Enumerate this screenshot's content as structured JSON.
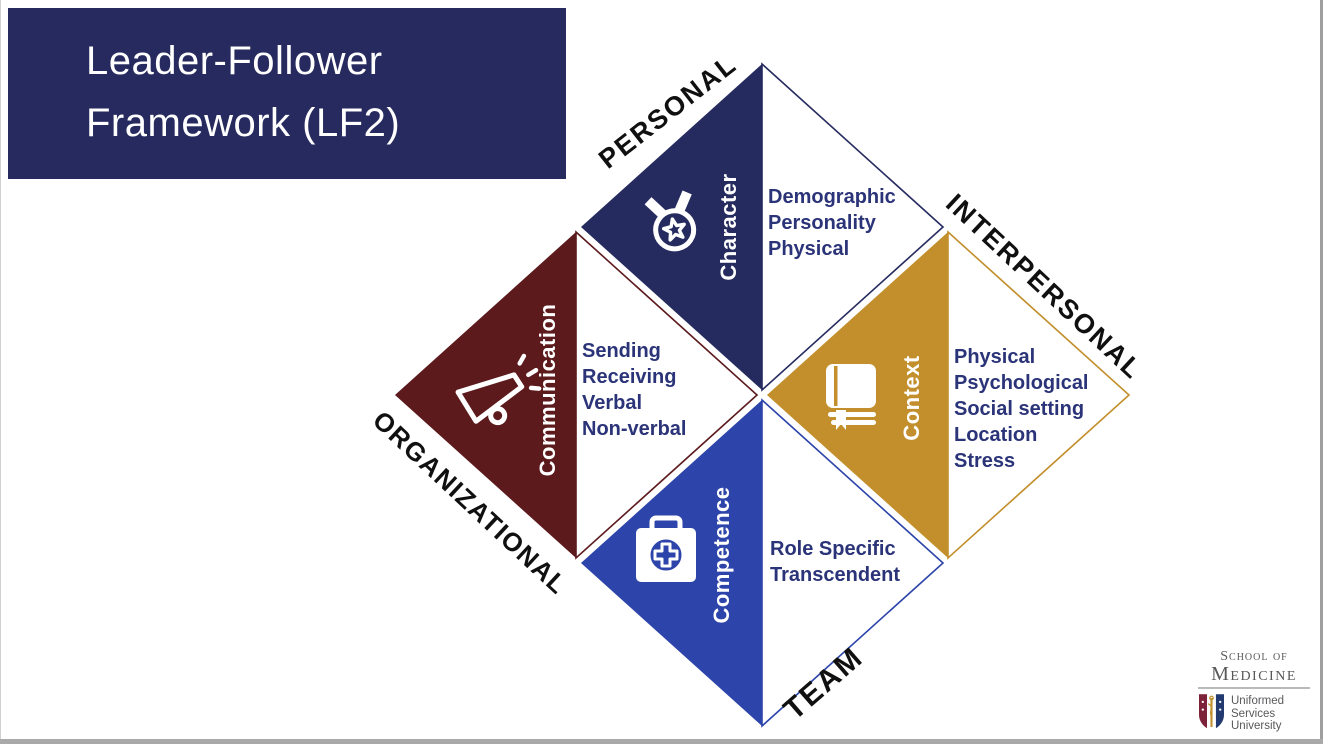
{
  "slide": {
    "title_line1": "Leader-Follower",
    "title_line2": "Framework (LF2)"
  },
  "diagram": {
    "quadrants": [
      {
        "id": "personal",
        "outer_label": "PERSONAL",
        "axis_label": "Character",
        "icon": "medal-icon",
        "color": "#262b5f",
        "details": [
          "Demographic",
          "Personality",
          "Physical"
        ]
      },
      {
        "id": "organizational",
        "outer_label": "ORGANIZATIONAL",
        "axis_label": "Communication",
        "icon": "megaphone-icon",
        "color": "#5c1a1d",
        "details": [
          "Sending",
          "Receiving",
          "Verbal",
          "Non-verbal"
        ]
      },
      {
        "id": "interpersonal",
        "outer_label": "INTERPERSONAL",
        "axis_label": "Context",
        "icon": "book-icon",
        "color": "#c28f2c",
        "details": [
          "Physical",
          "Psychological",
          "Social setting",
          "Location",
          "Stress"
        ]
      },
      {
        "id": "team",
        "outer_label": "TEAM",
        "axis_label": "Competence",
        "icon": "first-aid-icon",
        "color": "#2d45aa",
        "details": [
          "Role Specific",
          "Transcendent"
        ]
      }
    ]
  },
  "logo": {
    "school_line1": "School of",
    "school_line2": "Medicine",
    "university": [
      "Uniformed",
      "Services",
      "University"
    ]
  },
  "colors": {
    "navy": "#262b5f",
    "maroon": "#5c1a1d",
    "gold": "#c28f2c",
    "blue": "#2d45aa",
    "detail_text": "#2b3478",
    "label_black": "#101010",
    "logo_gray": "#57585a"
  }
}
